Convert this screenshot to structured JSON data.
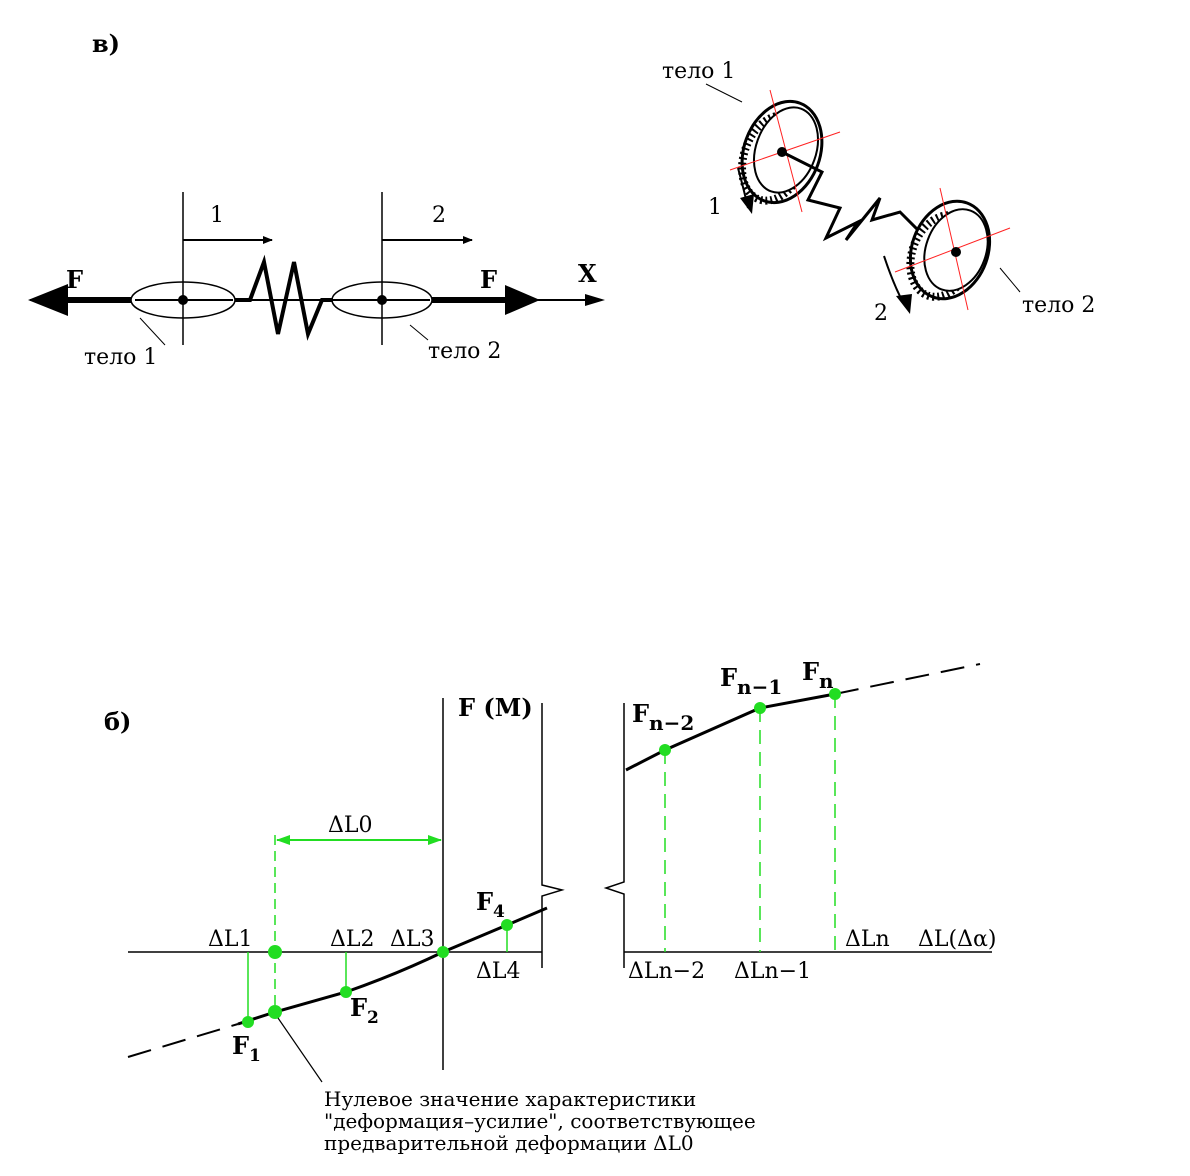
{
  "panel_a": {
    "label": "в)",
    "linear": {
      "force_left": "F",
      "force_right": "F",
      "axis": "X",
      "disp1": "1",
      "disp2": "2",
      "body1": "тело 1",
      "body2": "тело 2"
    },
    "torsion": {
      "body1": "тело 1",
      "body2": "тело 2",
      "rot1": "1",
      "rot2": "2"
    }
  },
  "panel_b": {
    "label": "б)",
    "y_axis": "F (M)",
    "x_axis": "ΔL(Δα)",
    "dl0": "ΔL0",
    "ticks": {
      "dl1": "ΔL1",
      "dl2": "ΔL2",
      "dl3": "ΔL3",
      "dl4": "ΔL4",
      "dln2": "ΔLn−2",
      "dln1": "ΔLn−1",
      "dln": "ΔLn"
    },
    "points": {
      "f1": {
        "main": "F",
        "sub": "1"
      },
      "f2": {
        "main": "F",
        "sub": "2"
      },
      "f4": {
        "main": "F",
        "sub": "4"
      },
      "fn2": {
        "main": "F",
        "sub": "n−2"
      },
      "fn1": {
        "main": "F",
        "sub": "n−1"
      },
      "fn": {
        "main": "F",
        "sub": "n"
      }
    },
    "note": [
      "Нулевое значение характеристики",
      "\"деформация–усилие\", соответствующее",
      "предварительной деформации  ΔL0"
    ]
  },
  "colors": {
    "ink": "#000000",
    "green": "#22dd22",
    "red": "#ff2222"
  }
}
